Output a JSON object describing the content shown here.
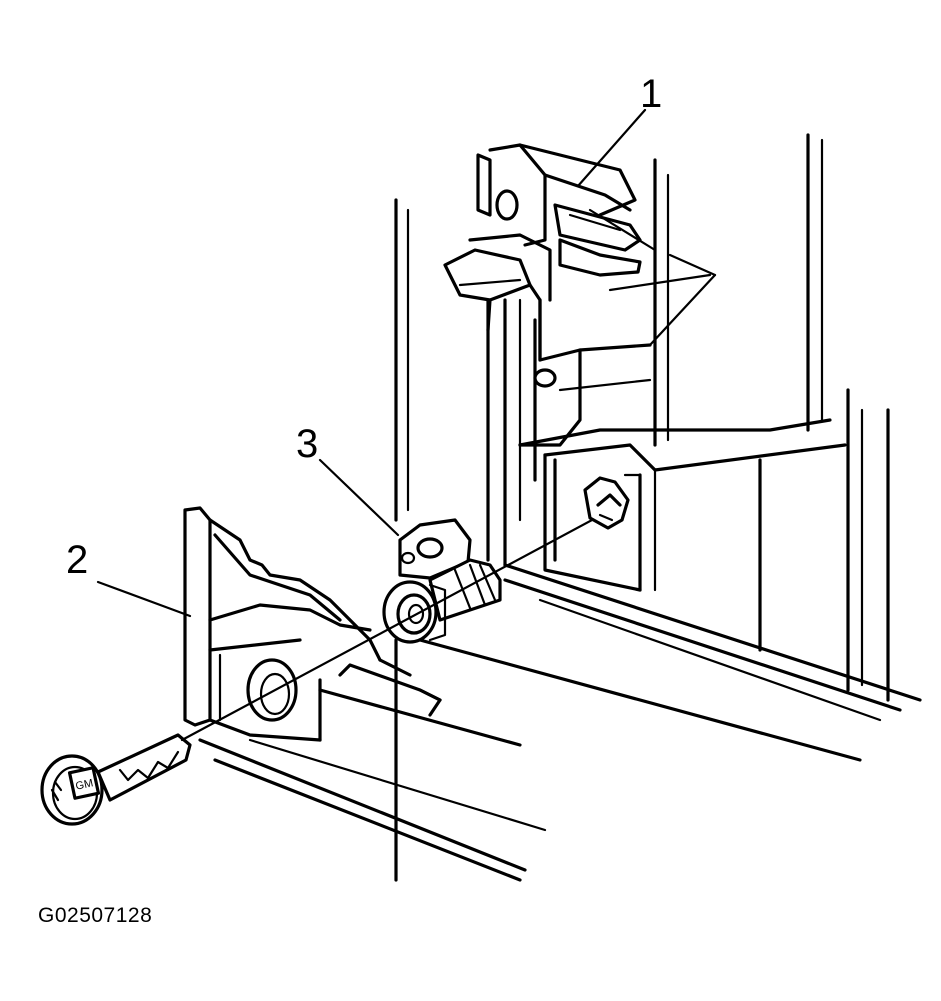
{
  "callouts": {
    "c1": "1",
    "c2": "2",
    "c3": "3"
  },
  "figure_code": "G02507128",
  "icons": {
    "key_head_logo": "GM"
  }
}
